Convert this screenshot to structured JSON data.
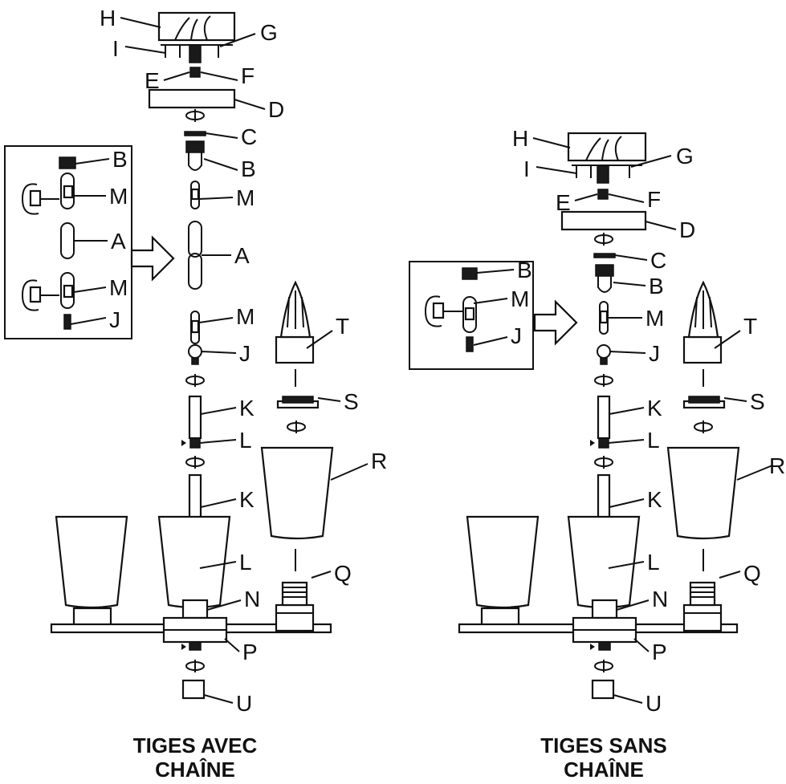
{
  "diagrams": {
    "left": {
      "caption_line1": "TIGES AVEC",
      "caption_line2": "CHAÎNE"
    },
    "right": {
      "caption_line1": "TIGES SANS",
      "caption_line2": "CHAÎNE"
    }
  },
  "labels": {
    "A": "A",
    "B": "B",
    "C": "C",
    "D": "D",
    "E": "E",
    "F": "F",
    "G": "G",
    "H": "H",
    "I": "I",
    "J": "J",
    "K": "K",
    "L": "L",
    "M": "M",
    "N": "N",
    "P": "P",
    "Q": "Q",
    "R": "R",
    "S": "S",
    "T": "T",
    "U": "U"
  },
  "colors": {
    "ink": "#111111",
    "paper": "#ffffff"
  }
}
